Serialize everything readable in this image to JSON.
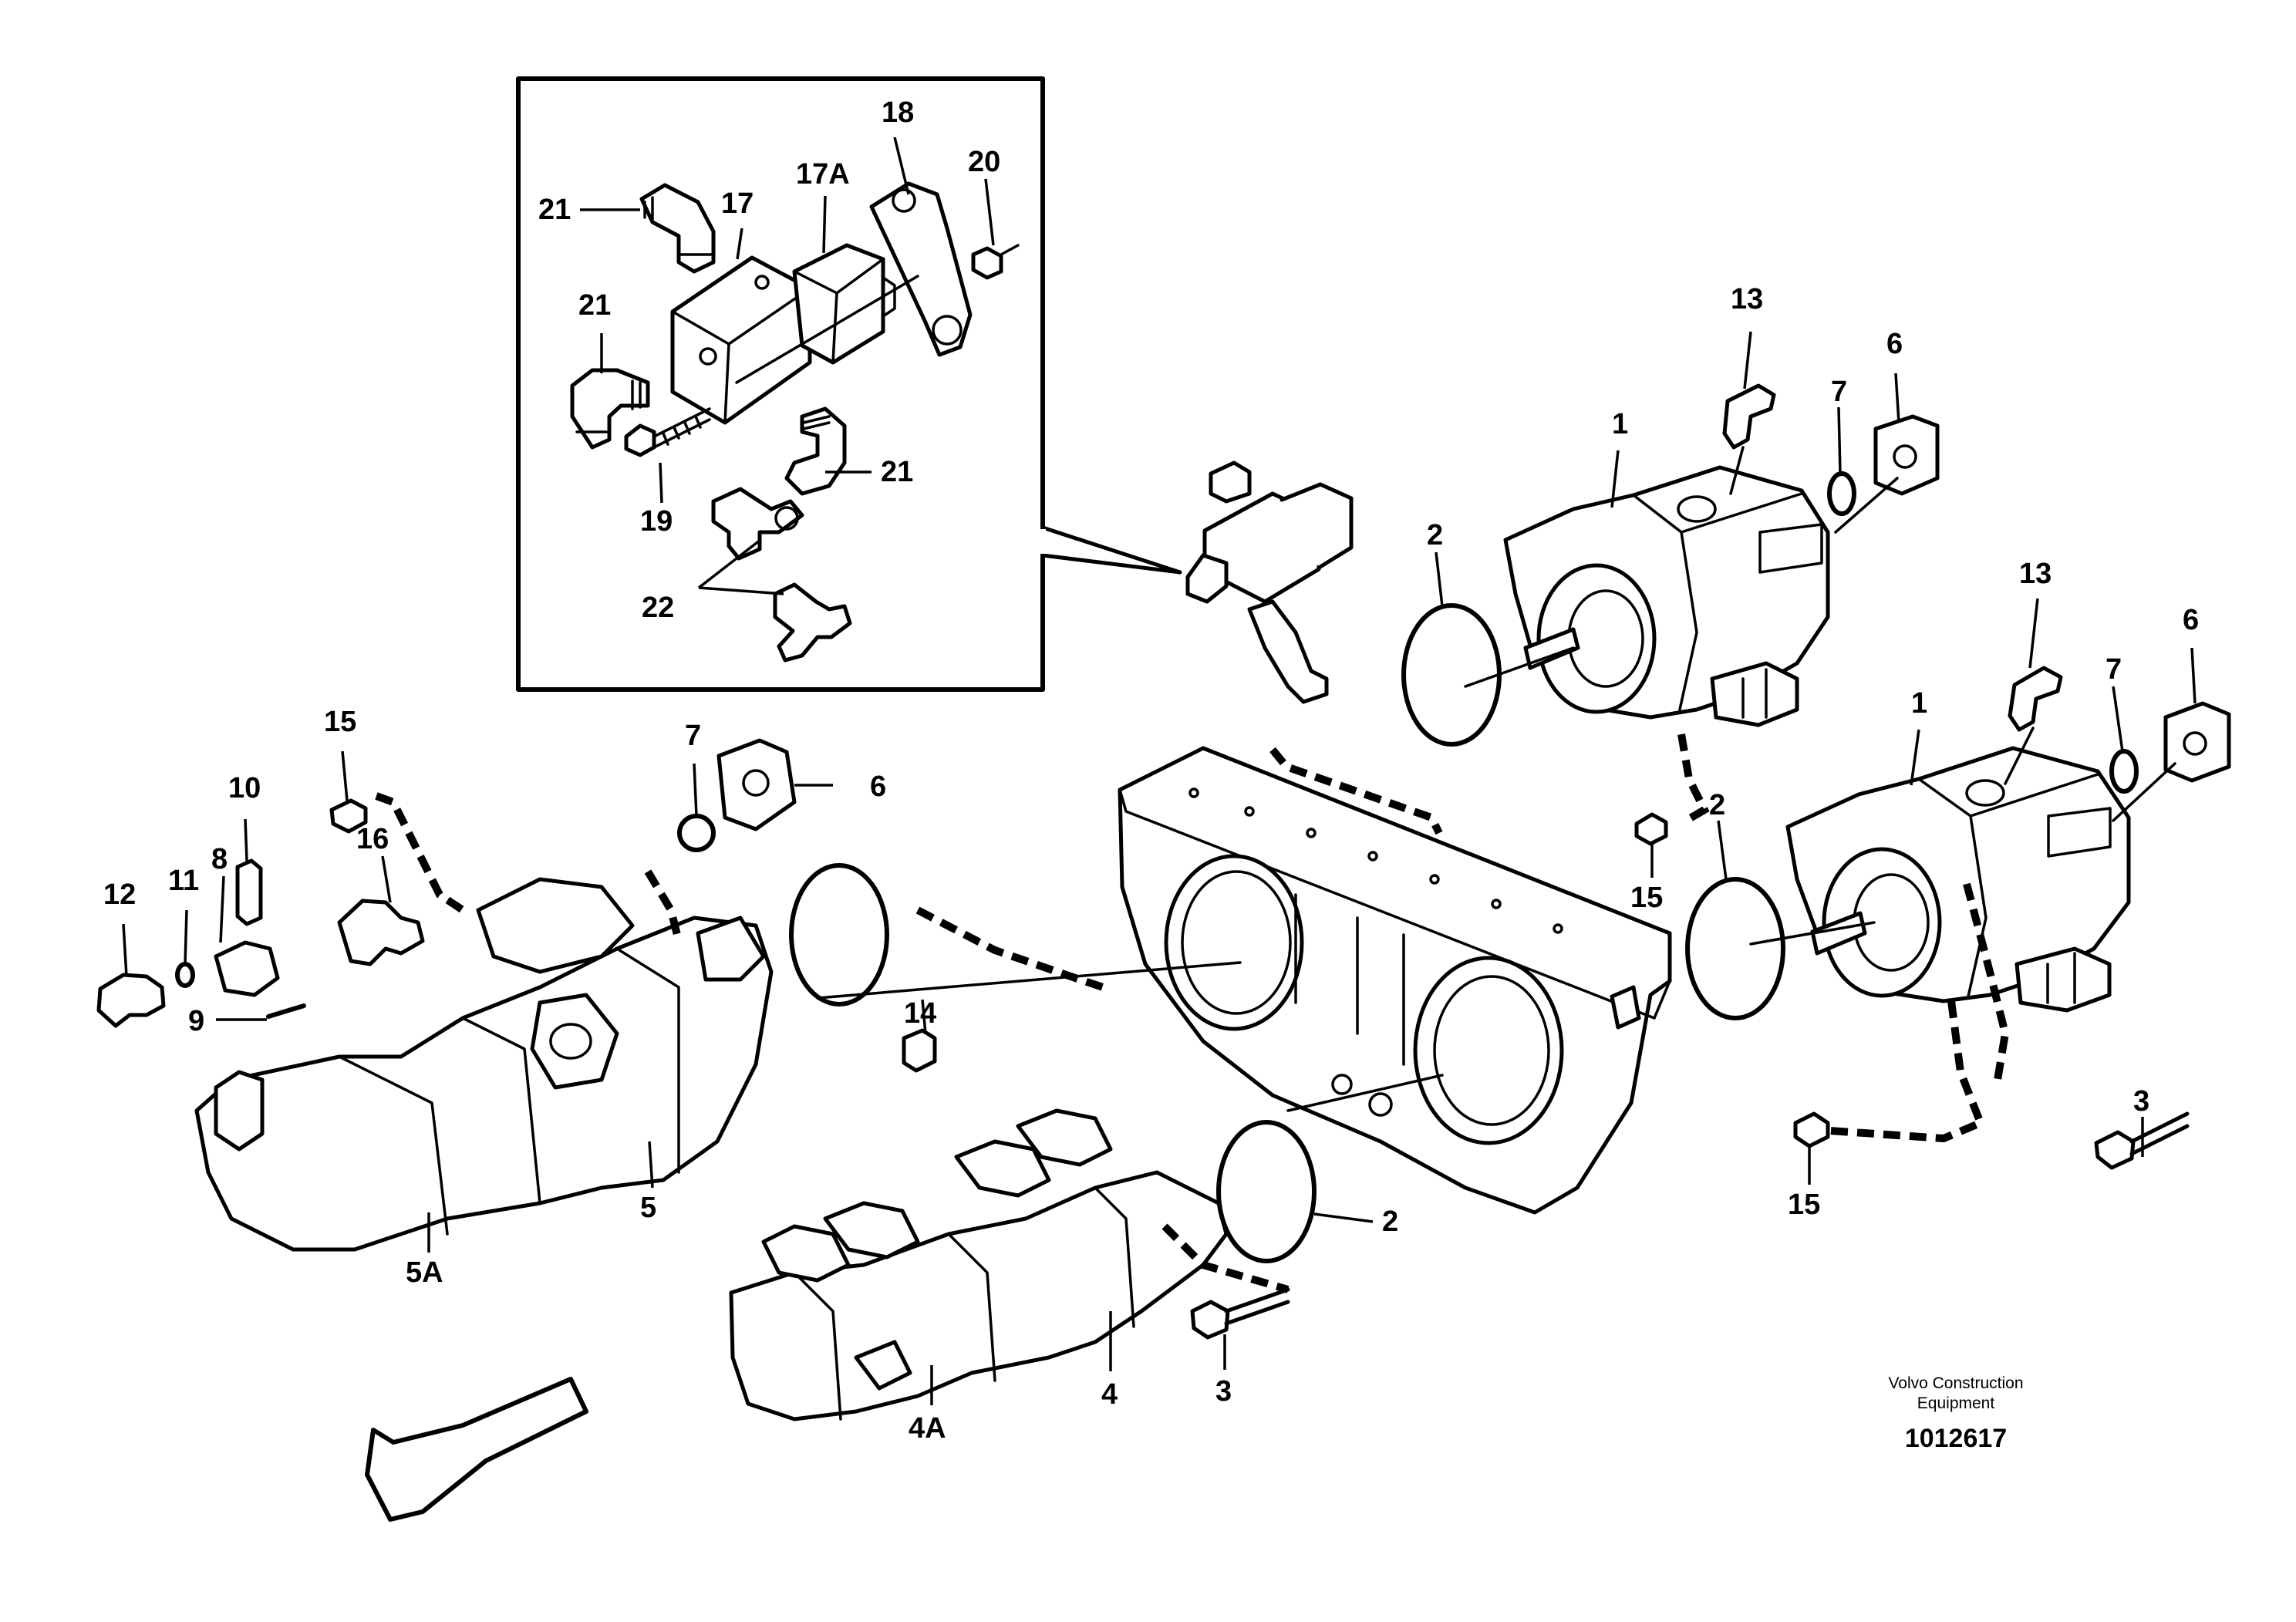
{
  "callouts": {
    "c1a": "1",
    "c1b": "1",
    "c2a": "2",
    "c2b": "2",
    "c2c": "2",
    "c3a": "3",
    "c3b": "3",
    "c4": "4",
    "c4a": "4A",
    "c5": "5",
    "c5a": "5A",
    "c6a": "6",
    "c6b": "6",
    "c6c": "6",
    "c7a": "7",
    "c7b": "7",
    "c7c": "7",
    "c8": "8",
    "c9": "9",
    "c10": "10",
    "c11": "11",
    "c12": "12",
    "c13a": "13",
    "c13b": "13",
    "c14": "14",
    "c15a": "15",
    "c15b": "15",
    "c15c": "15",
    "c16": "16",
    "c17": "17",
    "c17a": "17A",
    "c18": "18",
    "c19": "19",
    "c20": "20",
    "c21a": "21",
    "c21b": "21",
    "c21c": "21",
    "c22": "22"
  },
  "footer": {
    "manufacturer_line1": "Volvo Construction",
    "manufacturer_line2": "Equipment",
    "document_number": "1012617"
  }
}
